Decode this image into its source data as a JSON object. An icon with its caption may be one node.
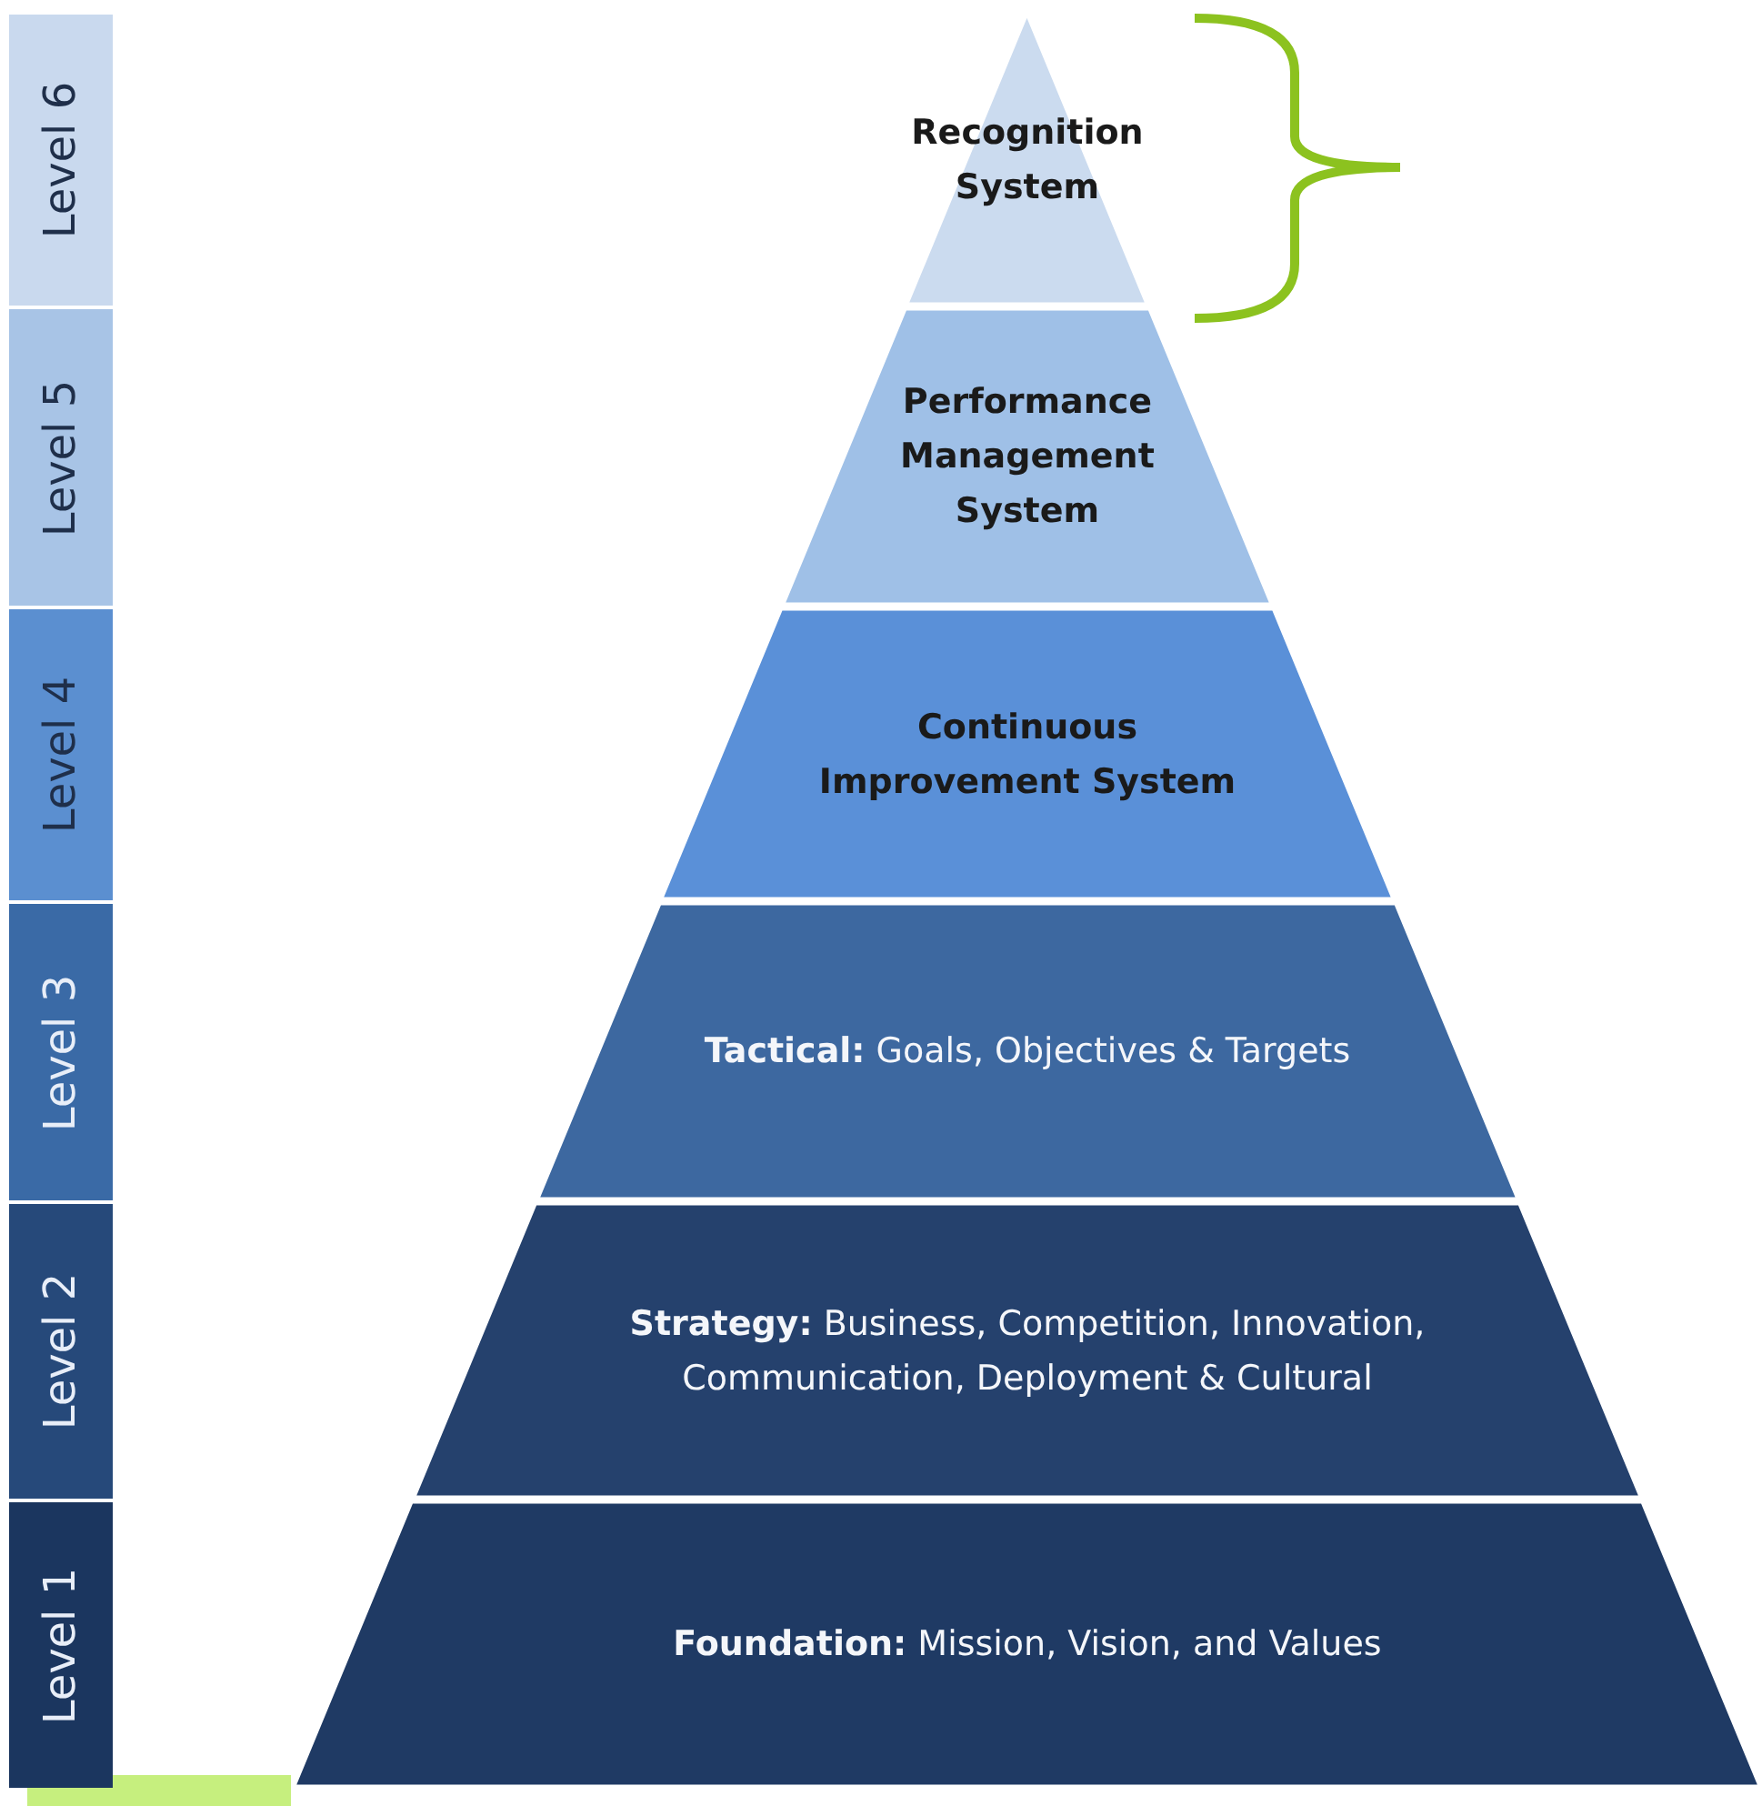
{
  "diagram": {
    "nodes": [
      {
        "text": [
          "Level 6"
        ]
      },
      {
        "text": [
          "Level 5"
        ]
      },
      {
        "text": [
          "Level 4"
        ]
      },
      {
        "text": [
          "Level 3"
        ]
      },
      {
        "text": [
          "Level 2"
        ]
      },
      {
        "text": [
          "Level 1"
        ]
      },
      {
        "text": [
          "Recognition System"
        ]
      },
      {
        "text": [
          "Performance Management System"
        ]
      },
      {
        "text": [
          "Continuous Improvement System"
        ]
      },
      {
        "text": [
          "**Tactical:**  Goals, Objectives & Targets"
        ]
      },
      {
        "text": [
          "**Strategy:** Business, Competition, Innovation, Communication, Deployment & Cultural"
        ]
      },
      {
        "text": [
          "**Foundation:** Mission, Vision, and Values"
        ]
      },
      {
        "text": [],
        "shape": "bar"
      }
    ],
    "edges": []
  }
}
